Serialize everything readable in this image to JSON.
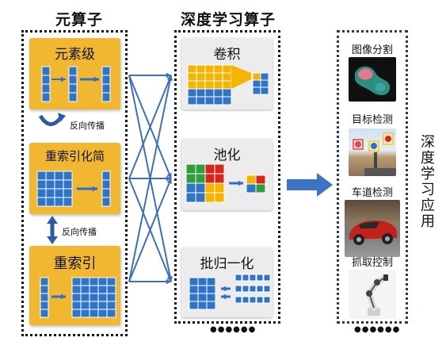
{
  "left_section": {
    "title": "元算子",
    "boxes": [
      {
        "label": "元素级"
      },
      {
        "label": "重索引化简"
      },
      {
        "label": "重索引"
      }
    ],
    "backprop_labels": [
      "反向传播",
      "反向传播"
    ]
  },
  "middle_section": {
    "title": "深度学习算子",
    "boxes": [
      {
        "label": "卷积"
      },
      {
        "label": "池化"
      },
      {
        "label": "批归一化"
      }
    ],
    "ellipsis": "●●●●●●"
  },
  "right_section": {
    "title": "深度学习应用",
    "title_chars": [
      "深",
      "度",
      "学",
      "习",
      "应",
      "用"
    ],
    "apps": [
      {
        "label": "图像分割",
        "icon": "segmentation-image"
      },
      {
        "label": "目标检测",
        "icon": "object-detection-image"
      },
      {
        "label": "车道检测",
        "icon": "lane-detection-car-image"
      },
      {
        "label": "抓取控制",
        "icon": "robot-arm-image"
      }
    ],
    "ellipsis": "●●●●●●"
  },
  "colors": {
    "gold": "#f2b730",
    "blue": "#2e6fc7",
    "grid_blue": "#2f74c5",
    "grid_yellow": "#f5b400",
    "grid_green": "#2e9e3e",
    "grid_red": "#d9261c",
    "arrow": "#3b6fc2",
    "arrow_big": "#3d72c4"
  }
}
